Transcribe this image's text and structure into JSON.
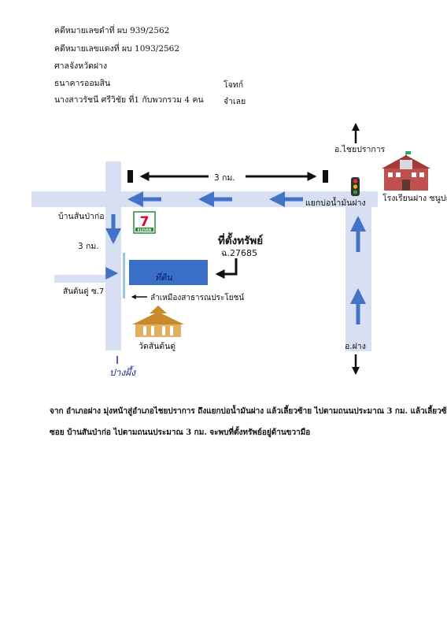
{
  "header": {
    "case_black": "คดีหมายเลขดำที่ ผบ 939/2562",
    "case_red": "คดีหมายเลขแดงที่ ผบ 1093/2562",
    "court": "ศาลจังหวัดฝาง",
    "plaintiff": "ธนาคารออมสิน",
    "plaintiff_role": "โจทก์",
    "defendant": "นางสาวรัชนี  ศรีวิชัย  ที่1 กับพวกรวม 4 คน",
    "defendant_role": "จำเลย"
  },
  "map": {
    "label_chai_prakan": "อ.ไชยปราการ",
    "label_fang": "อ.ฝาง",
    "label_junction": "แยกบ่อน้ำมันฝาง",
    "label_distance_top": "3 กม.",
    "label_distance_side": "3 กม.",
    "label_ban_san_pa_ko": "บ้านสันป่าก่อ",
    "label_san_ton_du_soi": "สันต้นดู่ ซ.7",
    "label_public_lane": "ลำเหมืองสาธารณประโยชน์",
    "label_property": "ที่ตั้งทรัพย์",
    "label_deed": "ฉ.27685",
    "label_parcel": "ที่ดิน",
    "label_school": "โรงเรียนฝาง ชนูปถัมภ์",
    "label_temple": "วัดสันต้นดู่",
    "label_seven_eleven": "ELEVEN",
    "label_pang_phueng": "ปางผึ้ง"
  },
  "description": {
    "line1": "จาก อำเภอฝาง มุ่งหน้าสู่อำเภอไชยปราการ  ถึงแยกบ่อน้ำมันฝาง แล้วเลี้ยวซ้าย ไปตามถนนประมาณ 3 กม. แล้วเลี้ยวซ้ายเข้า",
    "line2": "ซอย บ้านสันป่าก่อ ไปตามถนนประมาณ 3 กม. จะพบที่ตั้งทรัพย์อยู่ด้านขวามือ"
  },
  "colors": {
    "road": "#d9dff3",
    "arrow_blue": "#4472c4",
    "parcel": "#3a6fc7",
    "arrow_black": "#111111"
  }
}
